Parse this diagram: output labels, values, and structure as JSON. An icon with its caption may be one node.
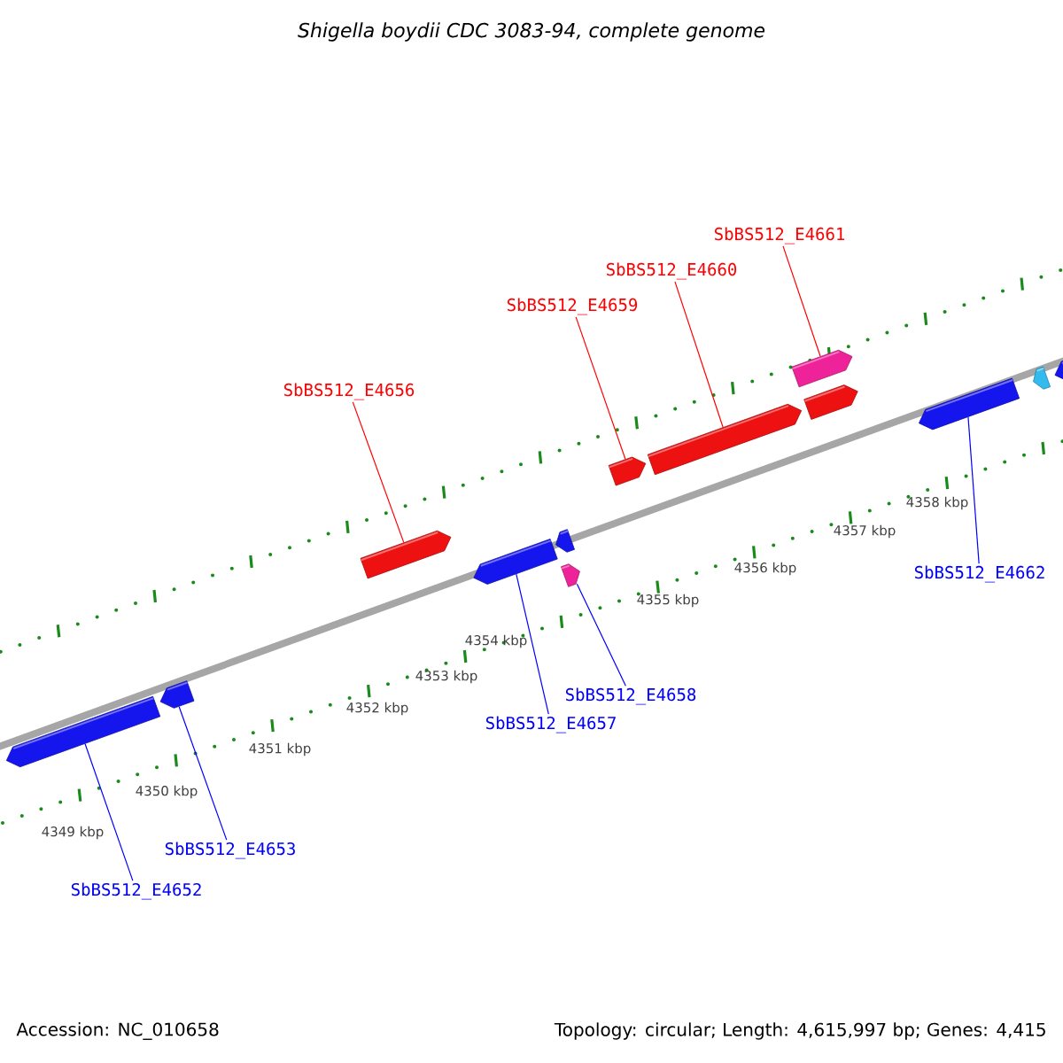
{
  "diagram": {
    "title": "Shigella boydii CDC 3083-94, complete genome",
    "nodes": [
      {
        "text": [
          "SbBS512_E4656"
        ]
      },
      {
        "text": [
          "SbBS512_E4659"
        ]
      },
      {
        "text": [
          "SbBS512_E4660"
        ]
      },
      {
        "text": [
          "SbBS512_E4661"
        ]
      },
      {
        "text": [
          "SbBS512_E4662"
        ]
      },
      {
        "text": [
          "SbBS512_E4658"
        ]
      },
      {
        "text": [
          "SbBS512_E4657"
        ]
      },
      {
        "text": [
          "SbBS512_E4653"
        ]
      },
      {
        "text": [
          "SbBS512_E4652"
        ]
      },
      {
        "text": [],
        "shape": "bar"
      },
      {
        "text": [],
        "shape": "bar"
      },
      {
        "text": [],
        "shape": "bar"
      },
      {
        "text": [],
        "shape": "bar"
      },
      {
        "text": [],
        "shape": "bar"
      },
      {
        "text": [],
        "shape": "bar"
      },
      {
        "text": [],
        "shape": "bar"
      },
      {
        "text": [],
        "shape": "bar"
      },
      {
        "text": [],
        "shape": "bar"
      },
      {
        "text": [],
        "shape": "bar"
      },
      {
        "text": [],
        "shape": "bar"
      },
      {
        "text": [],
        "shape": "bar"
      },
      {
        "text": [],
        "shape": "bar"
      }
    ],
    "edges": [
      {
        "from": 0,
        "to": 11,
        "arrow": "none",
        "color": "#ff0000"
      },
      {
        "from": 1,
        "to": 15,
        "arrow": "none",
        "color": "#ff0000"
      },
      {
        "from": 2,
        "to": 16,
        "arrow": "none",
        "color": "#ff0000"
      },
      {
        "from": 3,
        "to": 17,
        "arrow": "none",
        "color": "#ff0000"
      },
      {
        "from": 4,
        "to": 19,
        "arrow": "none",
        "color": "#0000ff"
      },
      {
        "from": 5,
        "to": 14,
        "arrow": "none",
        "color": "#0000ff"
      },
      {
        "from": 6,
        "to": 12,
        "arrow": "none",
        "color": "#0000ff"
      },
      {
        "from": 7,
        "to": 10,
        "arrow": "none",
        "color": "#0000ff"
      },
      {
        "from": 8,
        "to": 9,
        "arrow": "none",
        "color": "#0000ff"
      }
    ],
    "labels": [
      "4358 kbp",
      "4357 kbp",
      "4356 kbp",
      "4355 kbp",
      "4354 kbp",
      "4353 kbp",
      "4352 kbp",
      "4351 kbp",
      "4350 kbp",
      "4349 kbp",
      "Accession: NC_010658",
      "Topology: circular; Length: 4,615,997 bp; Genes: 4,415"
    ]
  }
}
